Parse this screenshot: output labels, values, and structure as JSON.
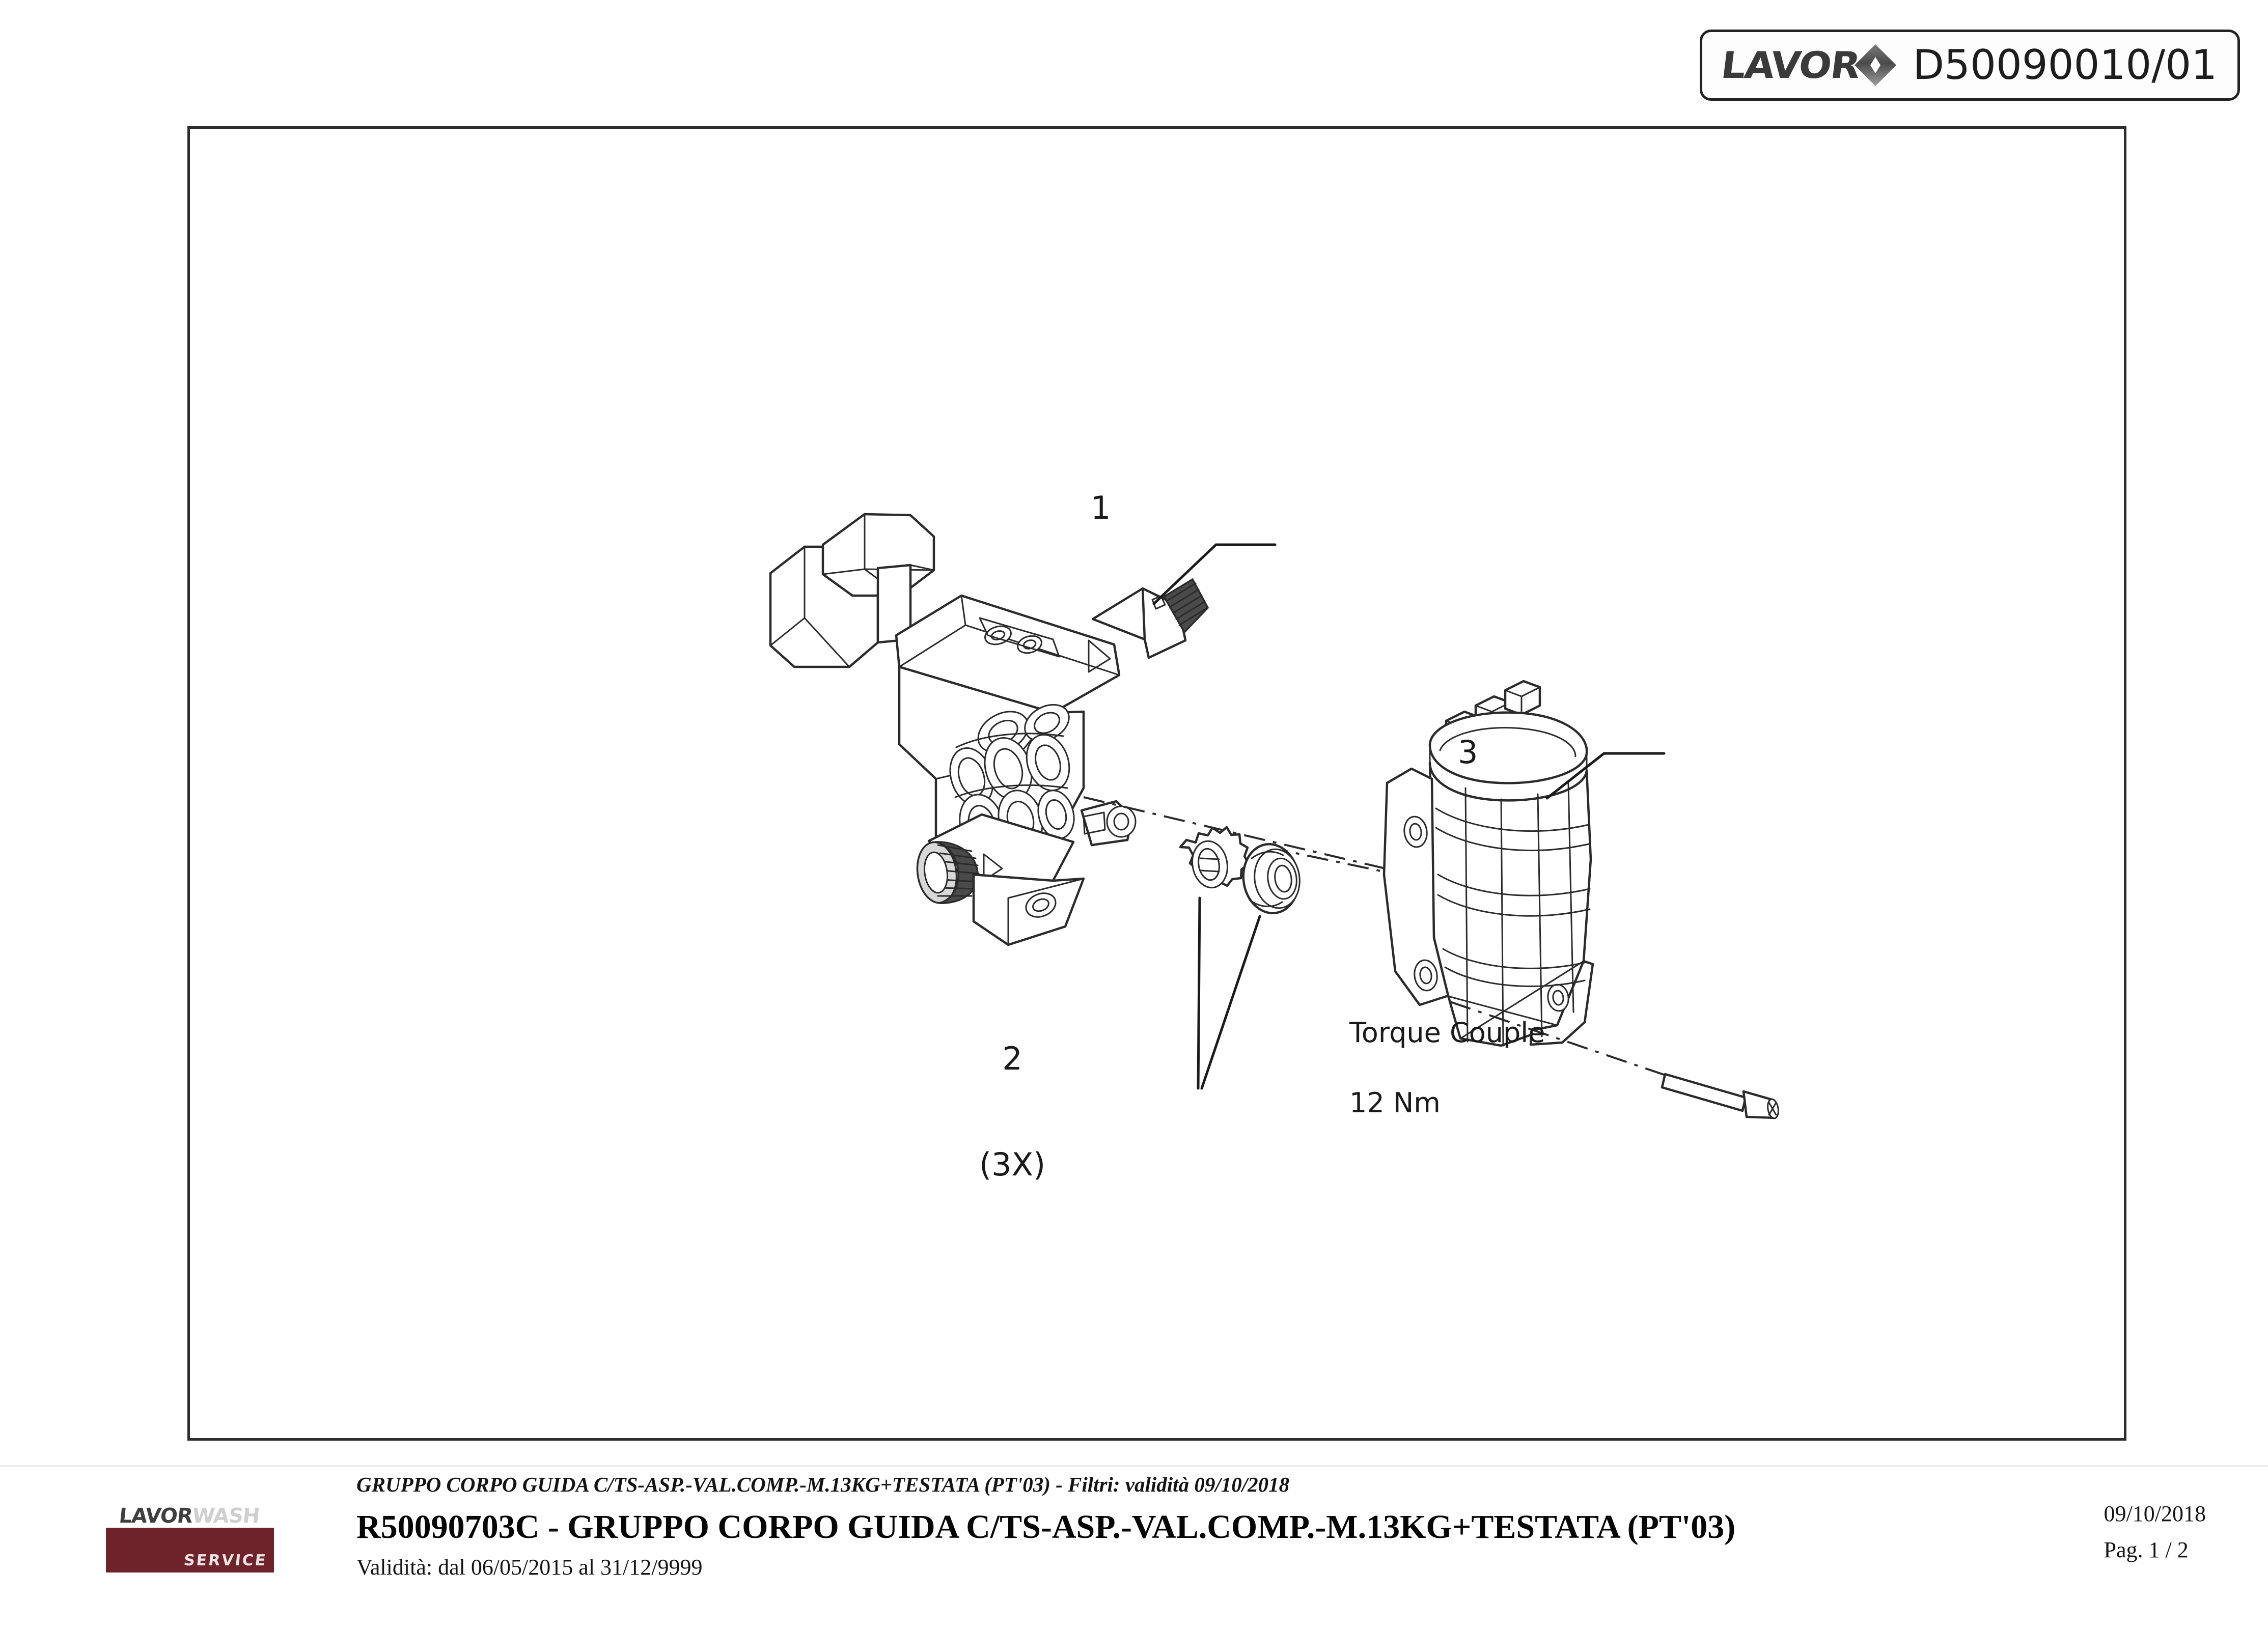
{
  "header": {
    "brand_name": "LAVOR",
    "brand_icon": "diamond-icon",
    "drawing_number": "D50090010/01"
  },
  "diagram": {
    "callouts": [
      {
        "id": "1",
        "label": "1",
        "qty": ""
      },
      {
        "id": "2",
        "label": "2",
        "qty": "(3X)"
      },
      {
        "id": "3",
        "label": "3",
        "qty": ""
      }
    ],
    "callout_1": "1",
    "callout_2": "2",
    "callout_2_qty": "(3X)",
    "callout_3": "3",
    "torque_note": "Torque Couple\n12 Nm",
    "torque_label": "Torque Couple",
    "torque_value": "12 Nm"
  },
  "footer": {
    "logo": {
      "primary": "LAVOR",
      "secondary": "WASH",
      "tagline": "SERVICE",
      "block_color": "#6e2229"
    },
    "subtitle": "GRUPPO CORPO GUIDA C/TS-ASP.-VAL.COMP.-M.13KG+TESTATA (PT'03) - Filtri: validità 09/10/2018",
    "title": "R50090703C - GRUPPO CORPO GUIDA C/TS-ASP.-VAL.COMP.-M.13KG+TESTATA (PT'03)",
    "validity": "Validità: dal 06/05/2015 al 31/12/9999",
    "date": "09/10/2018",
    "page": "Pag. 1 / 2"
  }
}
